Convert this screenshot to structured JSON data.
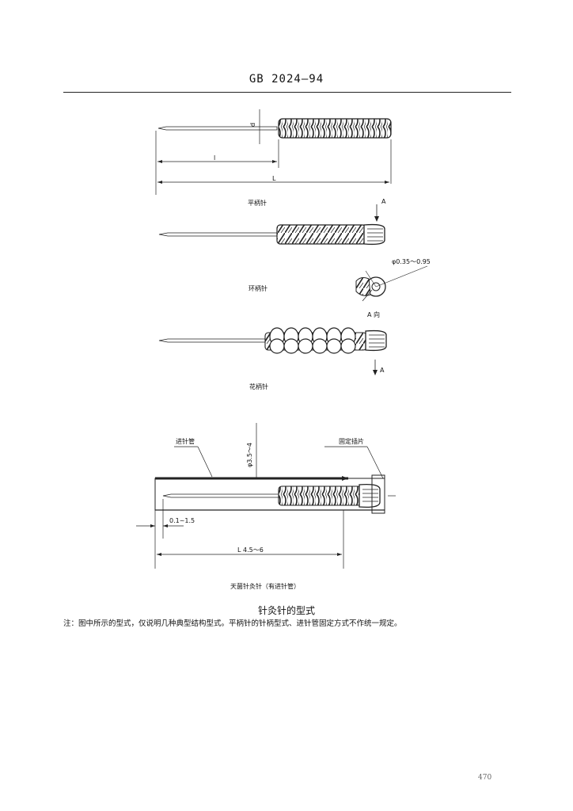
{
  "header": {
    "title": "GB 2024—94"
  },
  "figures": {
    "flat_handle": {
      "label": "平柄针",
      "dim_d": "d",
      "dim_l": "l",
      "dim_L": "L",
      "arrow_A": "A"
    },
    "ring_handle": {
      "label": "环柄针",
      "dia_label": "φ0.35～0.95",
      "view_label": "A 向"
    },
    "flower_handle": {
      "label": "花柄针",
      "arrow_A": "A"
    },
    "tube_needle": {
      "tube_label": "进针管",
      "clip_label": "固定插片",
      "dia_tube": "φ3.5～4",
      "gap_label": "0.1~1.5",
      "length_label": "L 4.5～6",
      "label": "天菌针灸针（有进针管）"
    }
  },
  "caption": "针灸针的型式",
  "note": "注：图中所示的型式，仅说明几种典型结构型式。平柄针的针柄型式、进针管固定方式不作统一规定。",
  "page_number": "470"
}
